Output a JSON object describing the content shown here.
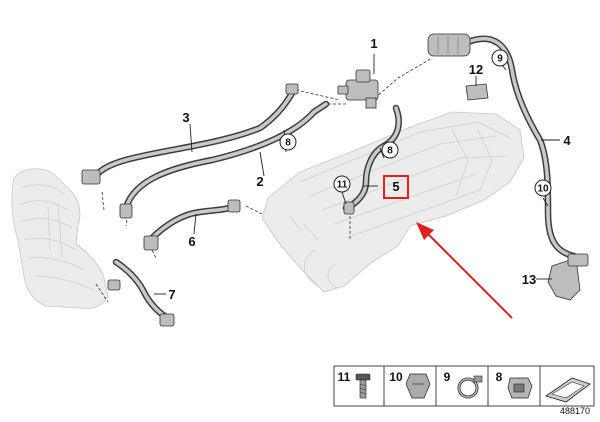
{
  "callouts": [
    {
      "id": "1",
      "circled": false
    },
    {
      "id": "2",
      "circled": false
    },
    {
      "id": "3",
      "circled": false
    },
    {
      "id": "4",
      "circled": false
    },
    {
      "id": "5",
      "circled": false,
      "highlighted": true
    },
    {
      "id": "6",
      "circled": false
    },
    {
      "id": "7",
      "circled": false
    },
    {
      "id": "12",
      "circled": false
    },
    {
      "id": "13",
      "circled": false
    },
    {
      "id": "9",
      "circled": true
    },
    {
      "id": "8",
      "circled": true
    },
    {
      "id": "8",
      "circled": true
    },
    {
      "id": "11",
      "circled": true
    },
    {
      "id": "10",
      "circled": true
    }
  ],
  "legend": [
    {
      "id": "11",
      "icon": "screw-icon"
    },
    {
      "id": "10",
      "icon": "clip-icon"
    },
    {
      "id": "9",
      "icon": "hose-clamp-icon"
    },
    {
      "id": "8",
      "icon": "bracket-clip-icon"
    },
    {
      "id": "",
      "icon": "gasket-icon"
    }
  ],
  "diagram_number": "488170",
  "colors": {
    "highlight": "#e0201b",
    "hose_outline": "#3a3a3a",
    "hose_fill": "#c9c9c9",
    "ghost_parts": "#ececec"
  }
}
